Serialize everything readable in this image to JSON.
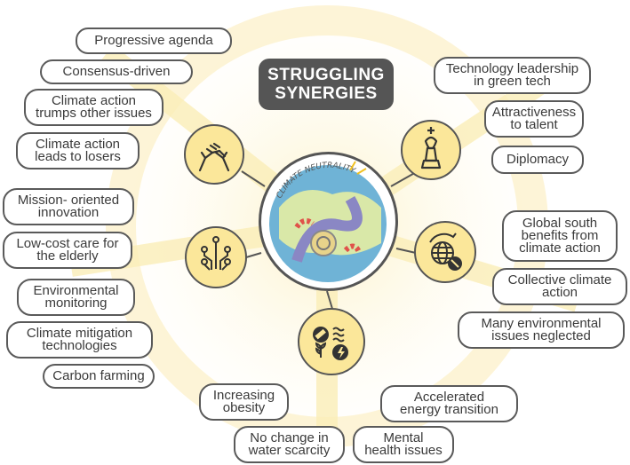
{
  "title": "STRUGGLING\nSYNERGIES",
  "center_label": "CLIMATE NEUTRALITY",
  "hubs": [
    {
      "icon": "handshake-icon"
    },
    {
      "icon": "chess-king-icon"
    },
    {
      "icon": "circuit-icon"
    },
    {
      "icon": "globe-icon"
    },
    {
      "icon": "health-energy-icon"
    }
  ],
  "left_upper": [
    "Progressive agenda",
    "Consensus-driven",
    "Climate action\ntrumps other issues",
    "Climate action\nleads to losers"
  ],
  "left_lower": [
    "Mission- oriented\ninnovation",
    "Low-cost care for\nthe elderly",
    "Environmental\nmonitoring",
    "Climate mitigation\ntechnologies",
    "Carbon farming"
  ],
  "right_upper": [
    "Technology leadership\nin green tech",
    "Attractiveness\nto talent",
    "Diplomacy"
  ],
  "right_lower": [
    "Global south\nbenefits from\nclimate action",
    "Collective climate\naction",
    "Many environmental\nissues neglected"
  ],
  "bottom": [
    "Increasing\nobesity",
    "Accelerated\nenergy transition",
    "No change in\nwater scarcity",
    "Mental\nhealth issues"
  ],
  "colors": {
    "accent": "#f5d76e",
    "glow": "#fdf1c4",
    "dark": "#555555"
  }
}
